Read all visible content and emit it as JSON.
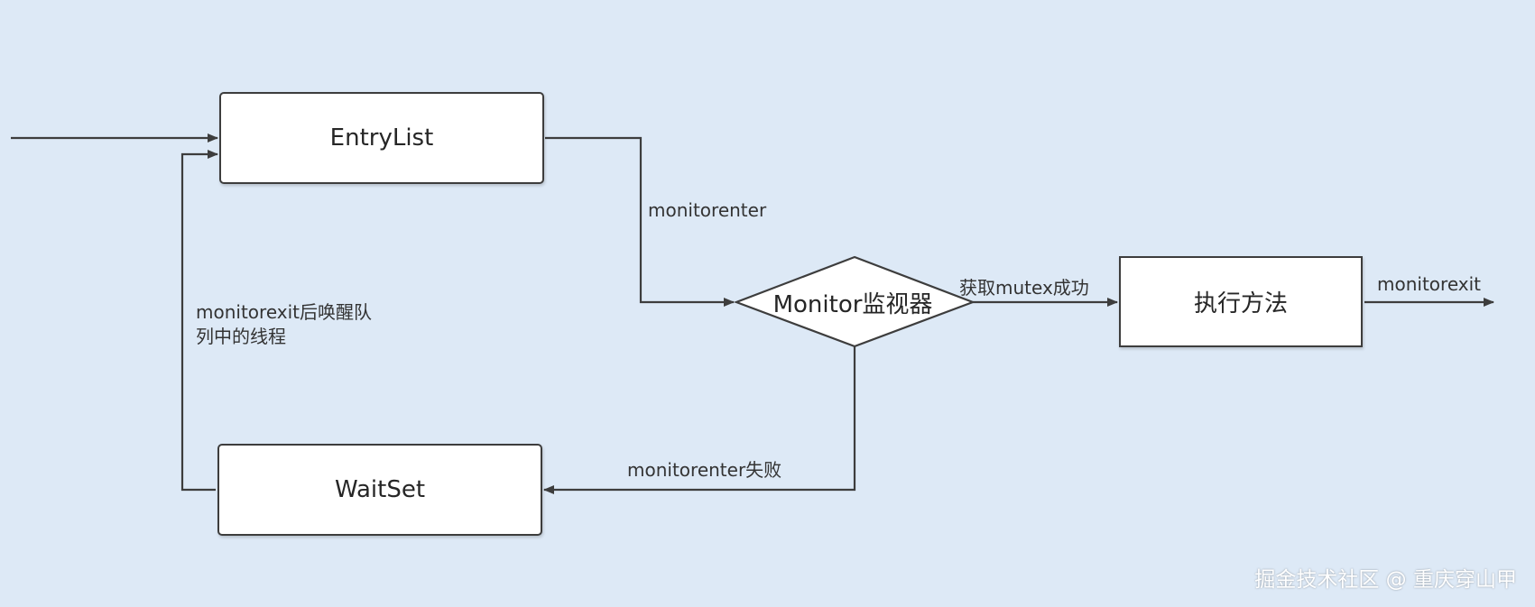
{
  "nodes": {
    "entrylist": "EntryList",
    "waitset": "WaitSet",
    "monitor": "Monitor监视器",
    "execute": "执行方法"
  },
  "edges": {
    "monitorenter": "monitorenter",
    "acquire_success": "获取mutex成功",
    "monitorexit": "monitorexit",
    "monitorenter_fail": "monitorenter失败",
    "wakeup": "monitorexit后唤醒队列中的线程"
  },
  "watermark": "掘金技术社区 @ 重庆穿山甲",
  "colors": {
    "background": "#dde9f6",
    "line": "#3d3d3d",
    "node_fill": "#ffffff"
  }
}
